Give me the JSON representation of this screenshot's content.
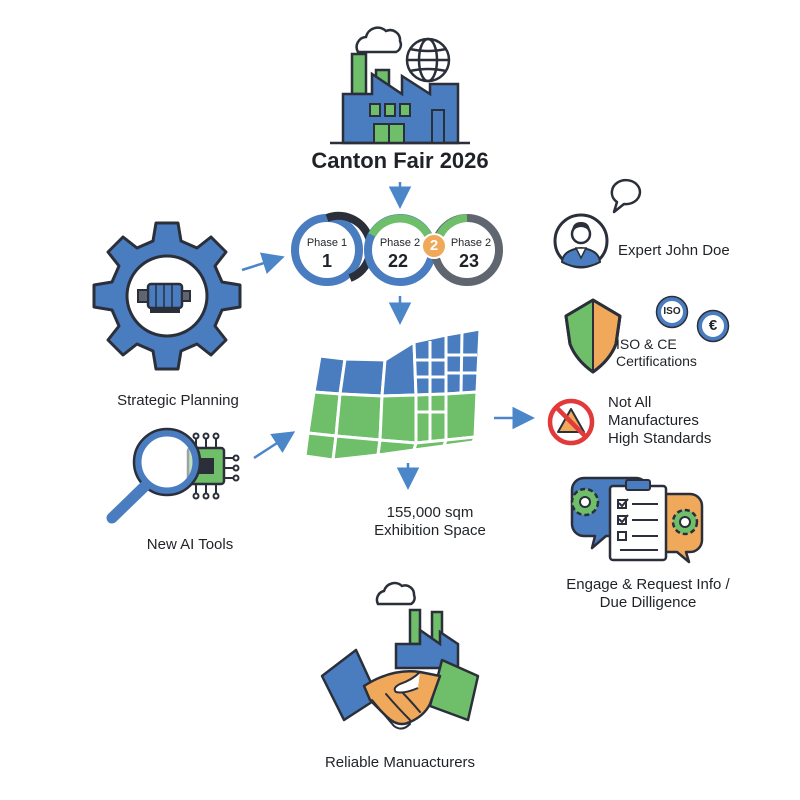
{
  "title": "Canton Fair 2026",
  "phases": [
    {
      "label": "Phase 1",
      "number": "1"
    },
    {
      "label": "Phase 2",
      "number": "22"
    },
    {
      "label": "Phase 2",
      "number": "23"
    }
  ],
  "phase_badge": "2",
  "left": {
    "planning_label": "Strategic Planning",
    "ai_label": "New AI Tools"
  },
  "center": {
    "space_label": "155,000 sqm\nExhibition Space"
  },
  "right": {
    "expert_label": "Expert John Doe",
    "cert_label": "ISO & CE\nCertifications",
    "iso_mark": "ISO",
    "ce_mark": "€",
    "warning_label": "Not All\nManufactures\nHigh Standards",
    "engage_label": "Engage & Request Info /\nDue Dilligence"
  },
  "bottom": {
    "reliable_label": "Reliable Manuacturers"
  },
  "colors": {
    "blue": "#4a7cc0",
    "green": "#6ebe6a",
    "orange": "#f0a85a",
    "dark": "#2a2f3a",
    "arrow": "#4a86c8",
    "red": "#e23a3a"
  }
}
